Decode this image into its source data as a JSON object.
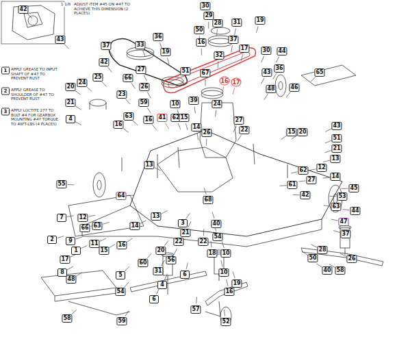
{
  "diagram": {
    "labels": [
      "42",
      "43",
      "1 1/8",
      "ADJUST ITEM #45 ON #47 TO ACHIEVE THIS DIMENSION (2 PLACES)",
      "1",
      "APPLY GREASE TO INPUT SHAFT OF #47 TO PREVENT RUST",
      "2",
      "APPLY GREASE TO SHOULDER OF #47 TO PREVENT RUST",
      "3",
      "APPLY LOCTITE 277 TO BOLT #4 FOR GEARBOX MOUNTING #47 TORQUE TO 48FT-LBS (4 PLACES)",
      "36",
      "33",
      "37",
      "42",
      "19",
      "51",
      "27",
      "66",
      "25",
      "24",
      "26",
      "20",
      "21",
      "23",
      "4",
      "63",
      "16",
      "16",
      "41",
      "62",
      "59",
      "30",
      "29",
      "28",
      "31",
      "19",
      "50",
      "16",
      "37",
      "17",
      "32",
      "67",
      "16",
      "17",
      "39",
      "10",
      "24",
      "15",
      "14",
      "27",
      "26",
      "22",
      "30",
      "44",
      "36",
      "43",
      "48",
      "46",
      "65",
      "15",
      "20",
      "43",
      "51",
      "21",
      "13",
      "12",
      "14",
      "62",
      "61",
      "27",
      "45",
      "53",
      "42",
      "44",
      "63",
      "47",
      "37",
      "26",
      "50",
      "28",
      "58",
      "40",
      "13",
      "55",
      "64",
      "68",
      "7",
      "12",
      "66",
      "63",
      "14",
      "13",
      "2",
      "9",
      "1",
      "11",
      "15",
      "16",
      "17",
      "3",
      "40",
      "21",
      "22",
      "54",
      "22",
      "20",
      "56",
      "18",
      "10",
      "60",
      "31",
      "8",
      "48",
      "5",
      "6",
      "4",
      "54",
      "6",
      "10",
      "19",
      "16",
      "57",
      "52",
      "58",
      "59"
    ]
  }
}
